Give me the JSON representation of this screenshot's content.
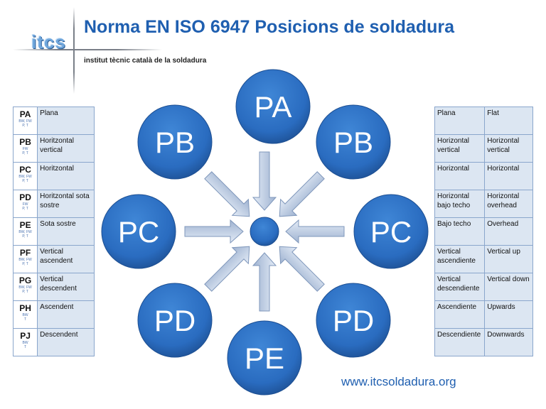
{
  "header": {
    "title": "Norma EN ISO 6947 Posicions de soldadura",
    "logo_text": "itcs",
    "logo_subtitle": "institut tècnic català de la soldadura"
  },
  "left_table": [
    {
      "code": "PA",
      "sub": "BW, FW\nP, T",
      "name": "Plana"
    },
    {
      "code": "PB",
      "sub": "FW\nP, T",
      "name": "Horitzontal vertical"
    },
    {
      "code": "PC",
      "sub": "BW, FW\nP, T",
      "name": "Horitzontal"
    },
    {
      "code": "PD",
      "sub": "FW\nP, T",
      "name": "Horitzontal sota sostre"
    },
    {
      "code": "PE",
      "sub": "BW, FW\nP, T",
      "name": "Sota sostre"
    },
    {
      "code": "PF",
      "sub": "BW, FW\nP, T",
      "name": "Vertical ascendent"
    },
    {
      "code": "PG",
      "sub": "BW, FW\nP, T",
      "name": "Vertical descendent"
    },
    {
      "code": "PH",
      "sub": "BW\nT",
      "name": "Ascendent"
    },
    {
      "code": "PJ",
      "sub": "BW\nT",
      "name": "Descendent"
    }
  ],
  "right_table": [
    {
      "es": "Plana",
      "en": "Flat"
    },
    {
      "es": "Horizontal vertical",
      "en": "Horizontal vertical"
    },
    {
      "es": "Horizontal",
      "en": "Horizontal"
    },
    {
      "es": "Horizontal bajo techo",
      "en": "Horizontal overhead"
    },
    {
      "es": "Bajo techo",
      "en": "Overhead"
    },
    {
      "es": "Vertical ascendiente",
      "en": "Vertical up"
    },
    {
      "es": "Vertical descendiente",
      "en": "Vertical down"
    },
    {
      "es": "Ascendiente",
      "en": "Upwards"
    },
    {
      "es": "Descendiente",
      "en": "Downwards"
    }
  ],
  "diagram": {
    "circles": [
      {
        "id": "top",
        "label": "PA"
      },
      {
        "id": "upper-left",
        "label": "PB"
      },
      {
        "id": "upper-right",
        "label": "PB"
      },
      {
        "id": "left",
        "label": "PC"
      },
      {
        "id": "right",
        "label": "PC"
      },
      {
        "id": "lower-left",
        "label": "PD"
      },
      {
        "id": "lower-right",
        "label": "PD"
      },
      {
        "id": "bottom",
        "label": "PE"
      }
    ]
  },
  "colors": {
    "circle_fill": "#2a6cc0",
    "title": "#1f5fb0",
    "table_fill": "#dce6f2",
    "arrow_fill": "#b6c7de"
  },
  "footer": {
    "url": "www.itcsoldadura.org"
  }
}
